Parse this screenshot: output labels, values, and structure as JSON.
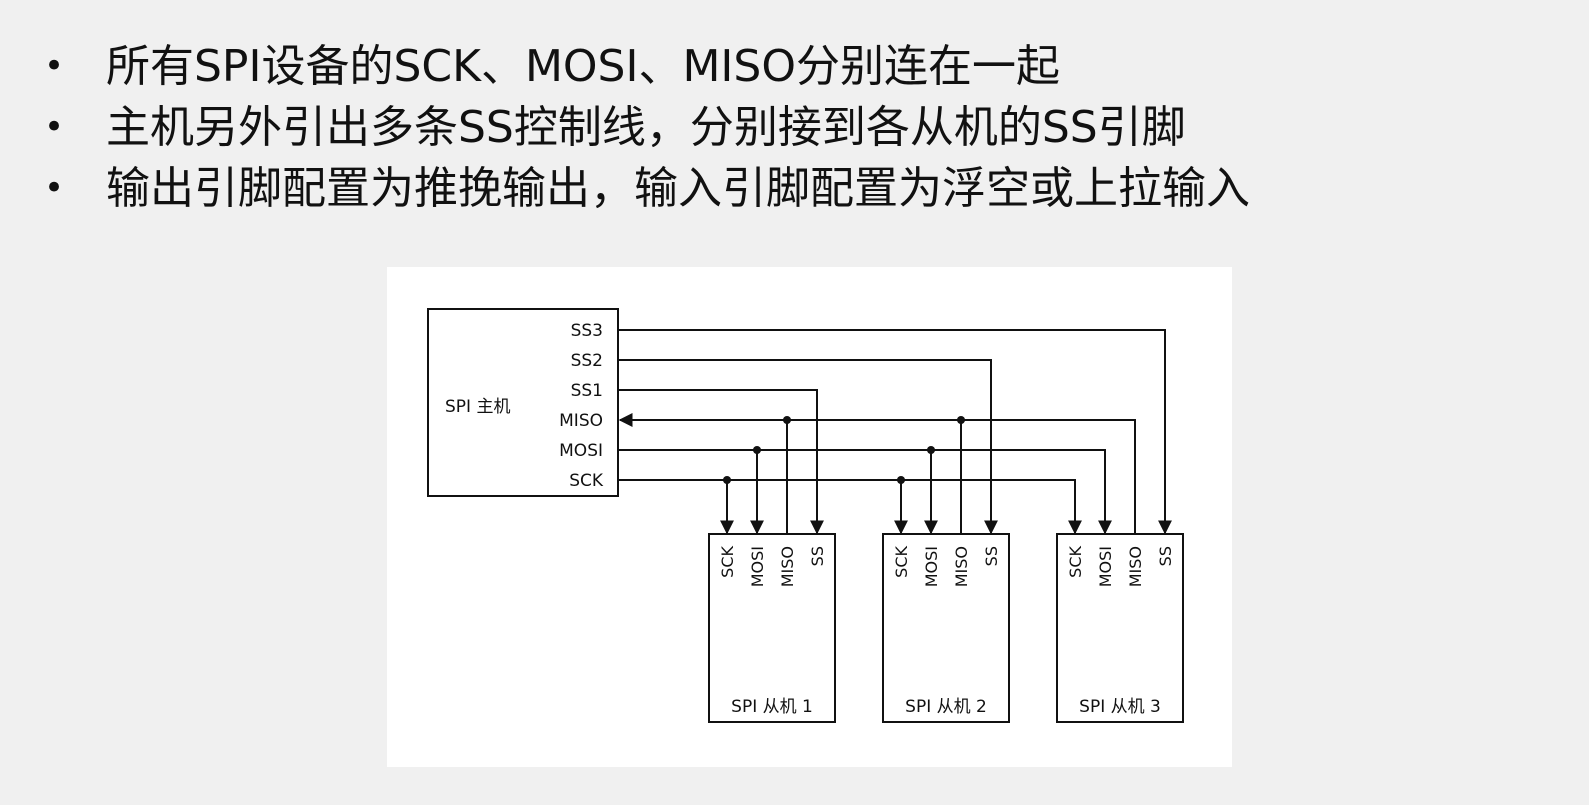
{
  "bullets": [
    "所有SPI设备的SCK、MOSI、MISO分别连在一起",
    "主机另外引出多条SS控制线，分别接到各从机的SS引脚",
    "输出引脚配置为推挽输出，输入引脚配置为浮空或上拉输入"
  ],
  "diagram": {
    "master": {
      "label": "SPI 主机",
      "pins": [
        "SS3",
        "SS2",
        "SS1",
        "MISO",
        "MOSI",
        "SCK"
      ]
    },
    "slaves": [
      {
        "label": "SPI 从机 1",
        "pins": [
          "SCK",
          "MOSI",
          "MISO",
          "SS"
        ]
      },
      {
        "label": "SPI 从机 2",
        "pins": [
          "SCK",
          "MOSI",
          "MISO",
          "SS"
        ]
      },
      {
        "label": "SPI 从机 3",
        "pins": [
          "SCK",
          "MOSI",
          "MISO",
          "SS"
        ]
      }
    ]
  }
}
